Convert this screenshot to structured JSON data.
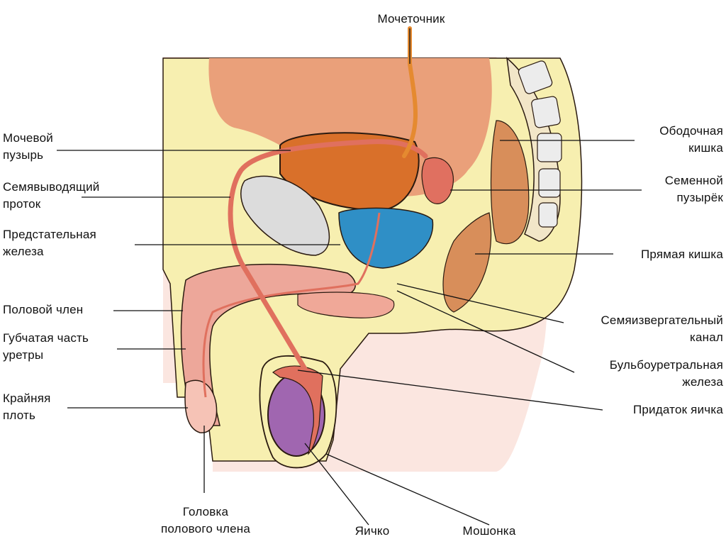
{
  "labels": {
    "ureter": "Мочеточник",
    "bladder": "Мочевой\nпузырь",
    "vas_deferens": "Семявыводящий\nпроток",
    "prostate": "Предстательная\nжелеза",
    "penis": "Половой член",
    "spongy_urethra": "Губчатая часть\nуретры",
    "foreskin": "Крайняя\nплоть",
    "glans": "Головка\nполового члена",
    "testis": "Яичко",
    "scrotum": "Мошонка",
    "colon": "Ободочная\nкишка",
    "seminal_vesicle": "Семенной\nпузырёк",
    "rectum": "Прямая кишка",
    "ejaculatory_duct": "Семяизвергательный\nканал",
    "bulbourethral_gland": "Бульбоуретральная\nжелеза",
    "epididymis": "Придаток яичка"
  },
  "colors": {
    "body": "#f7efb0",
    "skin_light": "#fbe6e0",
    "bladder": "#d9702a",
    "abdomen": "#eaa07a",
    "prostate": "#2f8fc6",
    "penis": "#eda79a",
    "testis": "#a066b0",
    "bone": "#dcdcdc",
    "rectum": "#d88e5a",
    "duct": "#e0705e",
    "outline": "#2a1a10"
  }
}
